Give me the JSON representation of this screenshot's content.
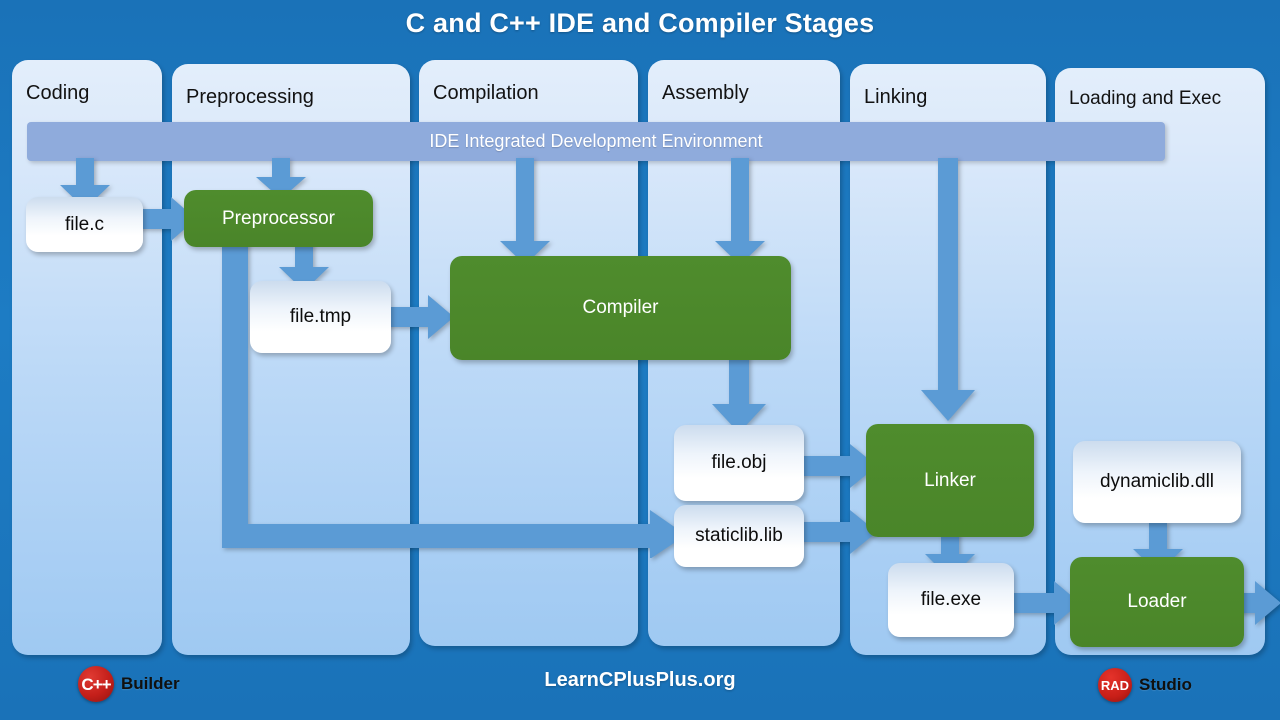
{
  "title": "C and C++ IDE and Compiler Stages",
  "ide_bar": {
    "label": "IDE Integrated Development Environment"
  },
  "columns": [
    {
      "label": "Coding"
    },
    {
      "label": "Preprocessing"
    },
    {
      "label": "Compilation"
    },
    {
      "label": "Assembly"
    },
    {
      "label": "Linking"
    },
    {
      "label": "Loading and Exec"
    }
  ],
  "nodes": {
    "file_c": "file.c",
    "preprocessor": "Preprocessor",
    "file_tmp": "file.tmp",
    "compiler": "Compiler",
    "file_obj": "file.obj",
    "staticlib": "staticlib.lib",
    "linker": "Linker",
    "file_exe": "file.exe",
    "dynamiclib": "dynamiclib.dll",
    "loader": "Loader"
  },
  "footer": {
    "center_text": "LearnCPlusPlus.org",
    "left_brand": {
      "glyph": "C++",
      "name": "Builder"
    },
    "right_brand": {
      "glyph": "RAD",
      "name": "Studio"
    }
  },
  "colors": {
    "background": "#1b76bc",
    "column": "#bcd9f7",
    "process": "#4c8a2b",
    "file": "#ffffff",
    "arrow": "#5b9bd5",
    "ide_bar": "#8fabdc",
    "title_text": "#ffffff"
  }
}
